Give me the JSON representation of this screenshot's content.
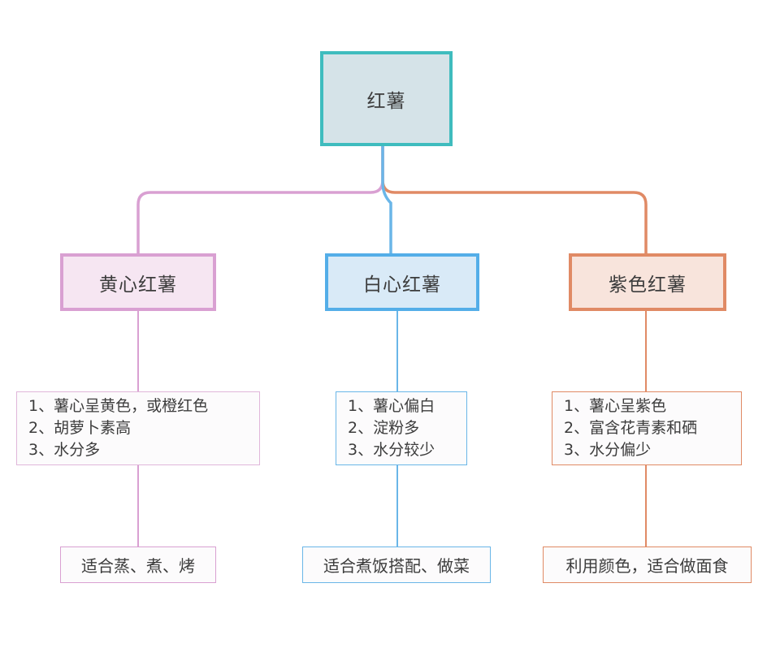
{
  "diagram": {
    "type": "mindmap-tree",
    "root": {
      "label": "红薯",
      "border_color": "#3fbcbe",
      "fill_color": "#d5e3e8"
    },
    "branches": [
      {
        "id": "yellow-heart",
        "label": "黄心红薯",
        "border_color": "#d9a0d2",
        "fill_color": "#f6e6f2",
        "connector_color": "#d9a0d2",
        "details": [
          "1、薯心呈黄色，或橙红色",
          "2、胡萝卜素高",
          "3、水分多"
        ],
        "usage": "适合蒸、煮、烤"
      },
      {
        "id": "white-heart",
        "label": "白心红薯",
        "border_color": "#54aee8",
        "fill_color": "#d9eaf7",
        "connector_color": "#6ab6e8",
        "details": [
          "1、薯心偏白",
          "2、淀粉多",
          "3、水分较少"
        ],
        "usage": "适合煮饭搭配、做菜"
      },
      {
        "id": "purple",
        "label": "紫色红薯",
        "border_color": "#e08a65",
        "fill_color": "#f8e4dc",
        "connector_color": "#e08a65",
        "details": [
          "1、薯心呈紫色",
          "2、富含花青素和硒",
          "3、水分偏少"
        ],
        "usage": "利用颜色，适合做面食"
      }
    ]
  }
}
